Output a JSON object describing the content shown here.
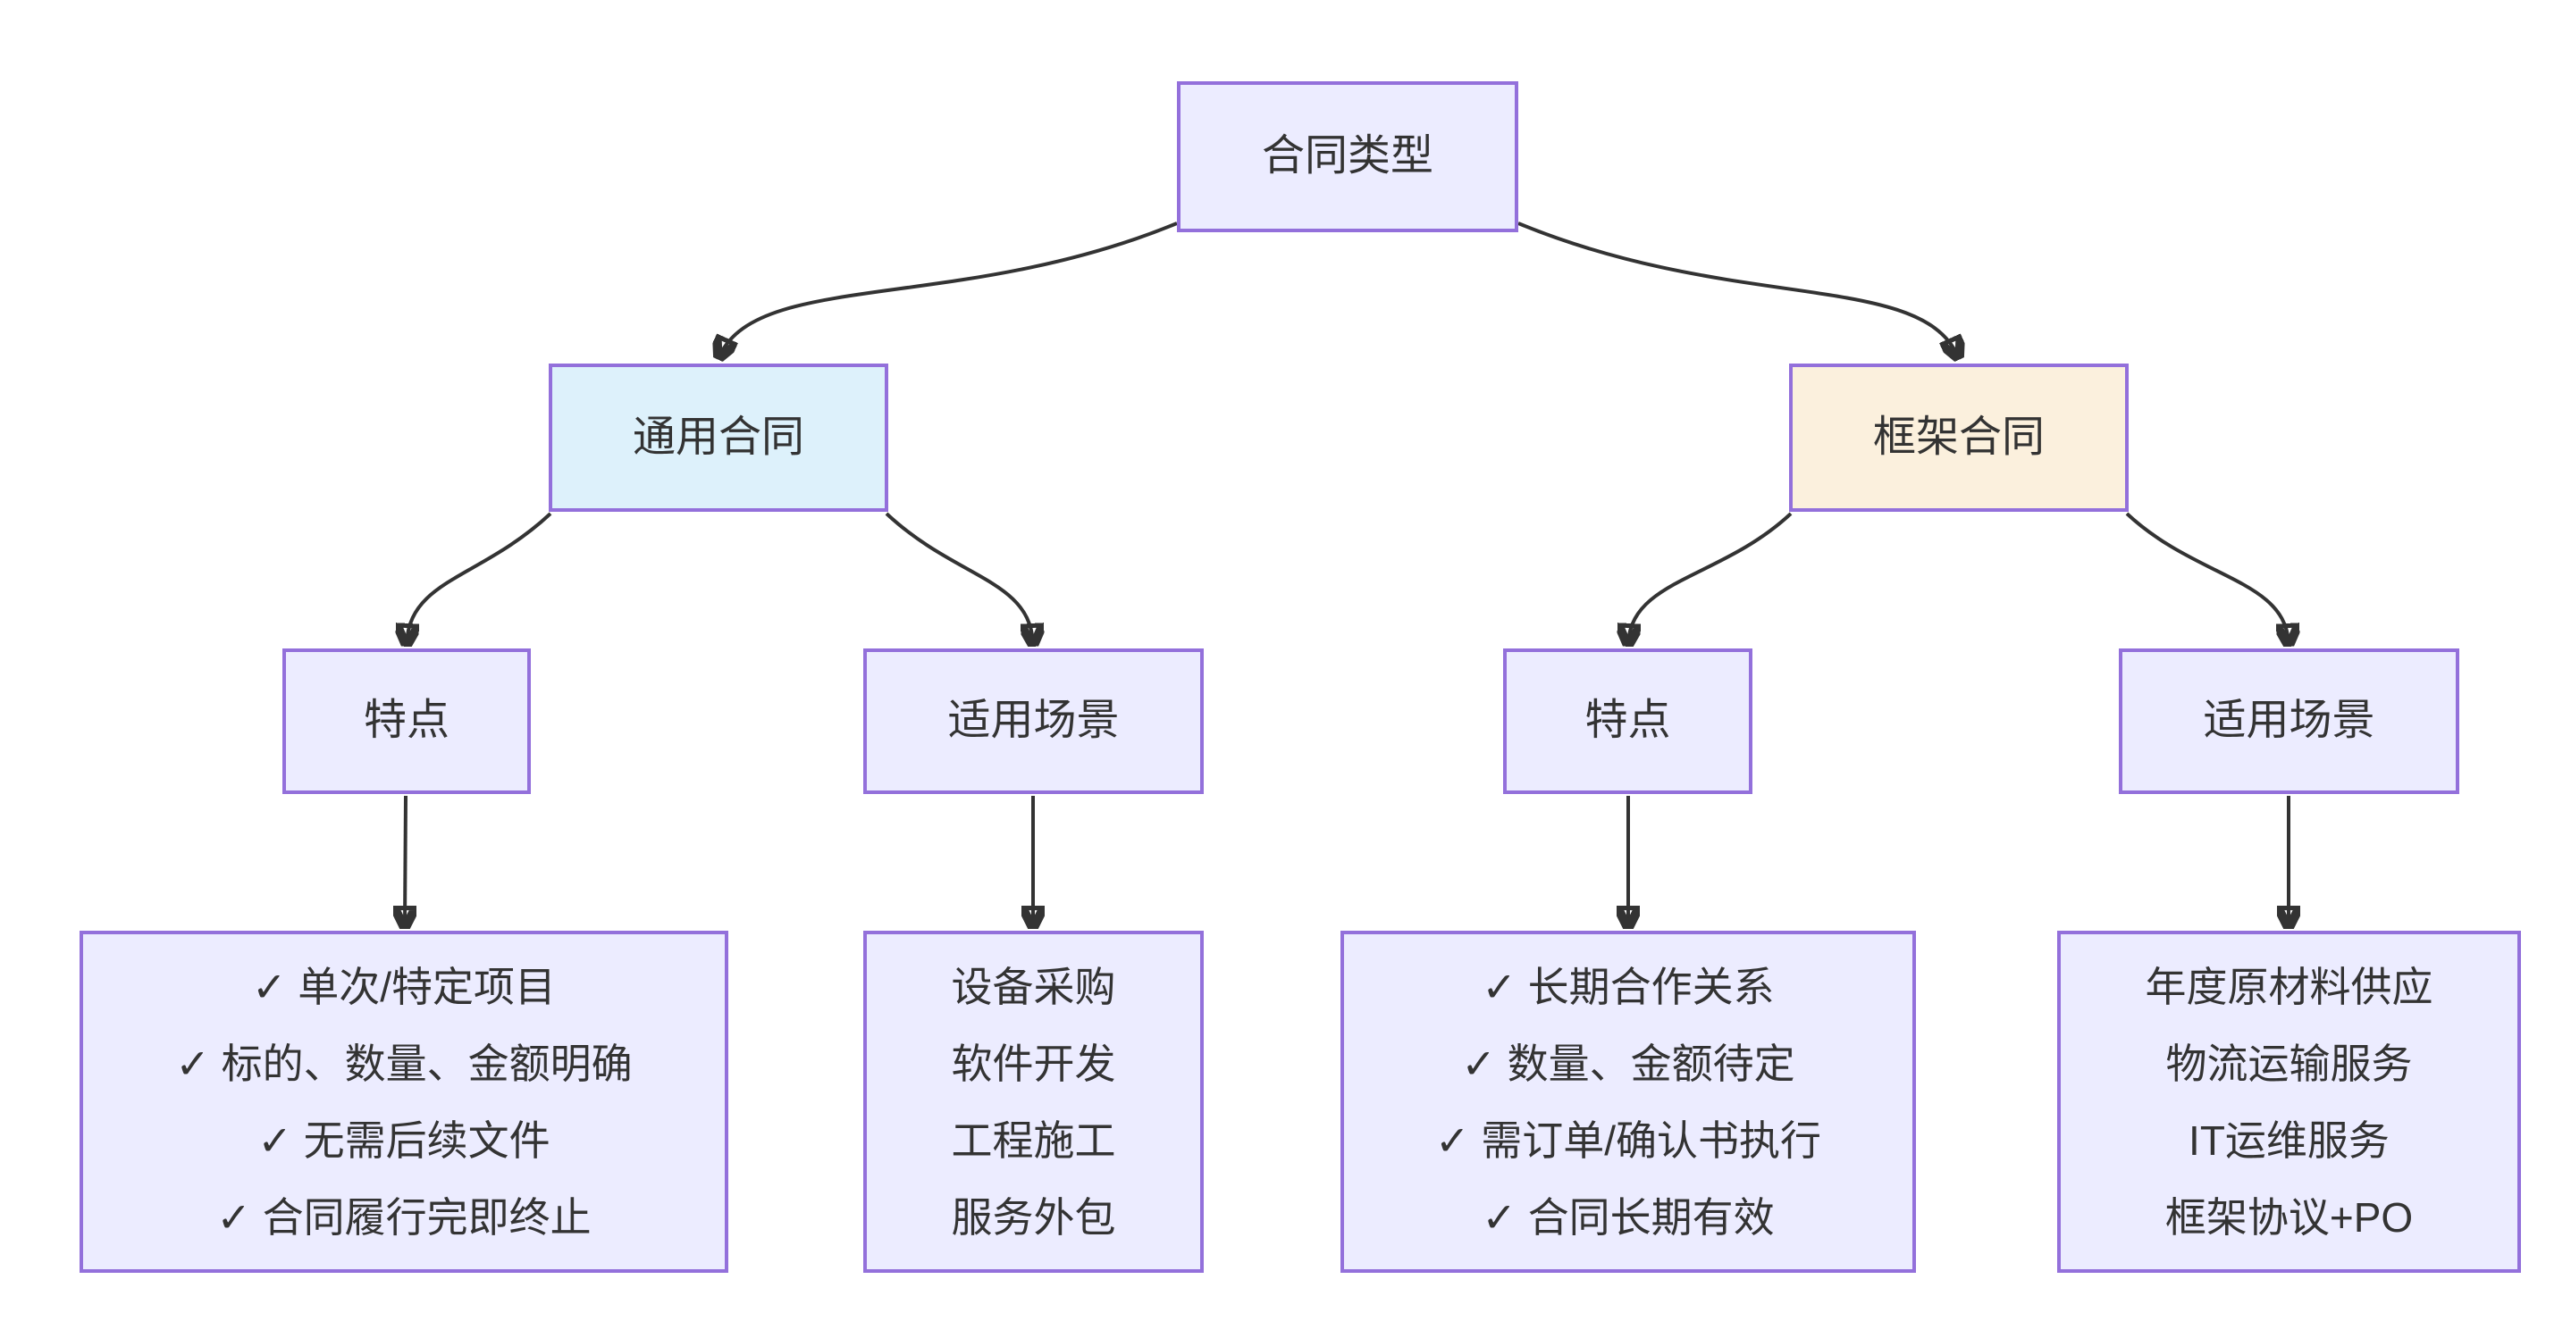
{
  "diagram": {
    "type": "flowchart-top-down",
    "nodes": {
      "root": {
        "label": "合同类型"
      },
      "general": {
        "label": "通用合同"
      },
      "framework": {
        "label": "框架合同"
      },
      "general_features_title": {
        "label": "特点"
      },
      "general_scenarios_title": {
        "label": "适用场景"
      },
      "framework_features_title": {
        "label": "特点"
      },
      "framework_scenarios_title": {
        "label": "适用场景"
      },
      "general_features_detail": {
        "lines": [
          "✓ 单次/特定项目",
          "✓ 标的、数量、金额明确",
          "✓ 无需后续文件",
          "✓ 合同履行完即终止"
        ]
      },
      "general_scenarios_detail": {
        "lines": [
          "设备采购",
          "软件开发",
          "工程施工",
          "服务外包"
        ]
      },
      "framework_features_detail": {
        "lines": [
          "✓ 长期合作关系",
          "✓ 数量、金额待定",
          "✓ 需订单/确认书执行",
          "✓ 合同长期有效"
        ]
      },
      "framework_scenarios_detail": {
        "lines": [
          "年度原材料供应",
          "物流运输服务",
          "IT运维服务",
          "框架协议+PO"
        ]
      }
    },
    "colors": {
      "background": "#ffffff",
      "node_default_fill": "#ececff",
      "general_fill": "#ddf1fb",
      "framework_fill": "#fbf0dd",
      "node_border": "#9370db",
      "edge_stroke": "#333333",
      "text": "#333333"
    }
  }
}
